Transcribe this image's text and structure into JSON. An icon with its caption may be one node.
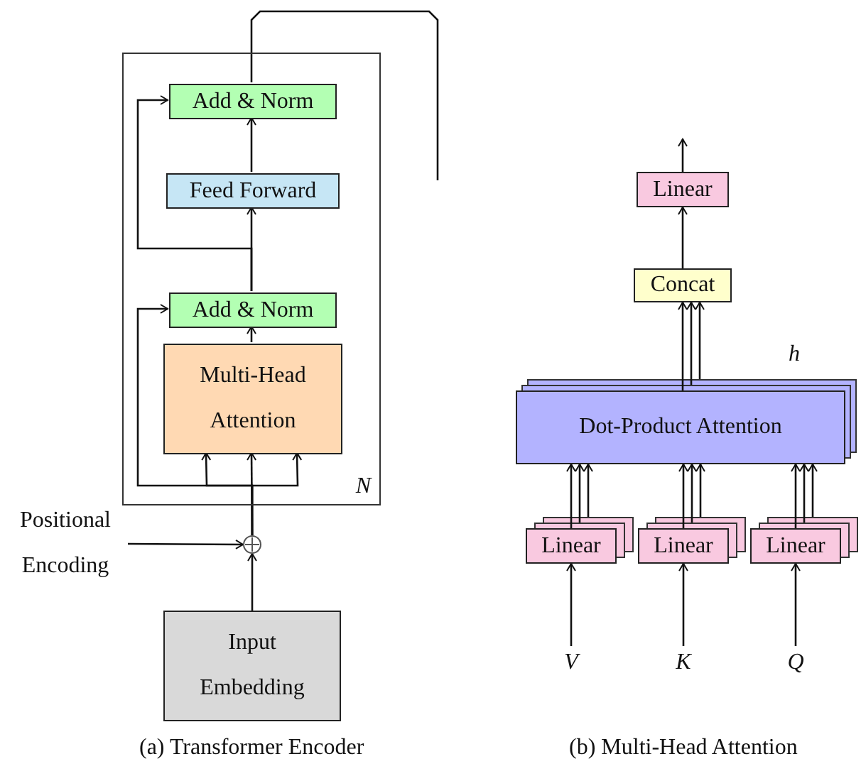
{
  "diagram": {
    "nodes": [
      {
        "text": [
          "N"
        ]
      },
      {
        "text": [
          "Add & Norm"
        ],
        "in": 0
      },
      {
        "text": [
          "Feed Forward"
        ],
        "in": 0
      },
      {
        "text": [
          "Add & Norm"
        ],
        "in": 0
      },
      {
        "text": [
          "Multi-Head Attention"
        ],
        "in": 0
      },
      {
        "text": [],
        "shape": "circle"
      },
      {
        "text": [
          "Positional Encoding"
        ]
      },
      {
        "text": [
          "Input Embedding"
        ]
      },
      {
        "text": [
          "Linear"
        ]
      },
      {
        "text": [
          "Concat"
        ]
      },
      {
        "text": [
          "Dot-Product Attention"
        ],
        "beside": [
          "h"
        ]
      },
      {
        "text": [
          "Linear"
        ]
      },
      {
        "text": [
          "Linear"
        ]
      },
      {
        "text": [
          "Linear"
        ]
      },
      {
        "text": [
          "V"
        ]
      },
      {
        "text": [
          "K"
        ]
      },
      {
        "text": [
          "Q"
        ]
      }
    ],
    "edges": [
      {
        "from": 7,
        "to": 5,
        "arrow": "to"
      },
      {
        "from": 6,
        "to": 5,
        "arrow": "to"
      },
      {
        "from": 5,
        "to": 4,
        "arrow": "to"
      },
      {
        "from": 5,
        "to": 4,
        "arrow": "to"
      },
      {
        "from": 5,
        "to": 4,
        "arrow": "to"
      },
      {
        "from": 5,
        "to": 3,
        "arrow": "to"
      },
      {
        "from": 4,
        "to": 3,
        "arrow": "to"
      },
      {
        "from": 3,
        "to": 2,
        "arrow": "to"
      },
      {
        "from": 3,
        "to": 1,
        "arrow": "to"
      },
      {
        "from": 2,
        "to": 1,
        "arrow": "to"
      },
      {
        "from": 1,
        "to": null,
        "arrow": "none"
      },
      {
        "from": 14,
        "to": 11,
        "arrow": "to"
      },
      {
        "from": 15,
        "to": 12,
        "arrow": "to"
      },
      {
        "from": 16,
        "to": 13,
        "arrow": "to"
      },
      {
        "from": 11,
        "to": 10,
        "arrow": "to"
      },
      {
        "from": 11,
        "to": 10,
        "arrow": "to"
      },
      {
        "from": 11,
        "to": 10,
        "arrow": "to"
      },
      {
        "from": 12,
        "to": 10,
        "arrow": "to"
      },
      {
        "from": 12,
        "to": 10,
        "arrow": "to"
      },
      {
        "from": 12,
        "to": 10,
        "arrow": "to"
      },
      {
        "from": 13,
        "to": 10,
        "arrow": "to"
      },
      {
        "from": 13,
        "to": 10,
        "arrow": "to"
      },
      {
        "from": 13,
        "to": 10,
        "arrow": "to"
      },
      {
        "from": 10,
        "to": 9,
        "arrow": "to"
      },
      {
        "from": 10,
        "to": 9,
        "arrow": "to"
      },
      {
        "from": 10,
        "to": 9,
        "arrow": "to"
      },
      {
        "from": 9,
        "to": 8,
        "arrow": "to"
      },
      {
        "from": 8,
        "to": null,
        "arrow": "to"
      }
    ],
    "labels": [
      "(a) Transformer Encoder",
      "(b) Multi-Head Attention"
    ]
  }
}
